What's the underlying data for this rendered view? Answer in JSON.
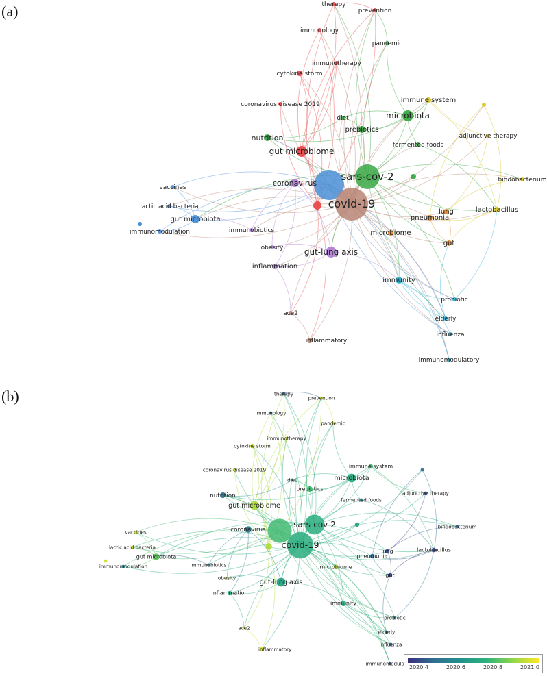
{
  "panel_labels": {
    "a": "(a)",
    "b": "(b)"
  },
  "nodes": [
    {
      "id": "therapy",
      "label": "therapy",
      "cluster": "red",
      "score": 2020.45
    },
    {
      "id": "prevention",
      "label": "prevention",
      "cluster": "red",
      "score": 2021.0
    },
    {
      "id": "immunology",
      "label": "immunology",
      "cluster": "red",
      "score": 2020.5
    },
    {
      "id": "pandemic",
      "label": "pandemic",
      "cluster": "green",
      "score": 2021.0
    },
    {
      "id": "immunotherapy",
      "label": "immunotherapy",
      "cluster": "red",
      "score": 2021.0
    },
    {
      "id": "cytokine storm",
      "label": "cytokine storm",
      "cluster": "red",
      "score": 2021.0
    },
    {
      "id": "coronavirus disease 2019",
      "label": "coronavirus disease 2019",
      "cluster": "red",
      "score": 2021.0
    },
    {
      "id": "immune system",
      "label": "immune system",
      "cluster": "yellow",
      "score": 2020.8
    },
    {
      "id": "yellow-node",
      "label": "",
      "cluster": "yellow",
      "score": 2020.5
    },
    {
      "id": "diet",
      "label": "diet",
      "cluster": "green",
      "score": 2020.6
    },
    {
      "id": "microbiota",
      "label": "microbiota",
      "cluster": "green",
      "score": 2020.75
    },
    {
      "id": "prebiotics",
      "label": "prebiotics",
      "cluster": "green",
      "score": 2020.8
    },
    {
      "id": "nutrition",
      "label": "nutrition",
      "cluster": "green",
      "score": 2020.5
    },
    {
      "id": "adjunctive therapy",
      "label": "adjunctive therapy",
      "cluster": "yellow",
      "score": 2020.4
    },
    {
      "id": "fermented foods",
      "label": "fermented foods",
      "cluster": "green",
      "score": 2020.55
    },
    {
      "id": "gut microbiome",
      "label": "gut microbiome",
      "cluster": "red",
      "score": 2020.95
    },
    {
      "id": "sars-cov-2",
      "label": "sars-cov-2",
      "cluster": "green",
      "score": 2020.75
    },
    {
      "id": "green-node",
      "label": "",
      "cluster": "green",
      "score": 2020.7
    },
    {
      "id": "bifidobacterium",
      "label": "bifidobacterium",
      "cluster": "yellow",
      "score": 2020.45
    },
    {
      "id": "vaccines",
      "label": "vaccines",
      "cluster": "blue",
      "score": 2021.0
    },
    {
      "id": "coronavirus",
      "label": "coronavirus",
      "cluster": "purple",
      "score": 2020.55
    },
    {
      "id": "blue-hub",
      "label": "",
      "cluster": "blue",
      "score": 2020.8
    },
    {
      "id": "covid-19",
      "label": "covid-19",
      "cluster": "brown",
      "score": 2020.75
    },
    {
      "id": "red-node",
      "label": "",
      "cluster": "red",
      "score": 2020.95
    },
    {
      "id": "lactic acid bacteria",
      "label": "lactic acid bacteria",
      "cluster": "blue",
      "score": 2021.0
    },
    {
      "id": "gut microbiota",
      "label": "gut microbiota",
      "cluster": "blue",
      "score": 2020.85
    },
    {
      "id": "lung",
      "label": "lung",
      "cluster": "orange",
      "score": 2020.4
    },
    {
      "id": "lactobacillus",
      "label": "lactobacillus",
      "cluster": "yellow",
      "score": 2020.4
    },
    {
      "id": "pneumonia",
      "label": "pneumonia",
      "cluster": "orange",
      "score": 2020.5
    },
    {
      "id": "immunomodulation",
      "label": "immunomodulation",
      "cluster": "blue",
      "score": 2020.55
    },
    {
      "id": "immunobiotics",
      "label": "immunobiotics",
      "cluster": "purple",
      "score": 2020.5
    },
    {
      "id": "microbiome",
      "label": "microbiome",
      "cluster": "orange",
      "score": 2021.0
    },
    {
      "id": "gut",
      "label": "gut",
      "cluster": "orange",
      "score": 2020.4
    },
    {
      "id": "obesity",
      "label": "obesity",
      "cluster": "purple",
      "score": 2021.0
    },
    {
      "id": "gut-lung axis",
      "label": "gut-lung axis",
      "cluster": "purple",
      "score": 2020.7
    },
    {
      "id": "inflammation",
      "label": "inflammation",
      "cluster": "purple",
      "score": 2020.75
    },
    {
      "id": "immunity",
      "label": "immunity",
      "cluster": "cyan",
      "score": 2020.75
    },
    {
      "id": "probiotic",
      "label": "probiotic",
      "cluster": "cyan",
      "score": 2020.55
    },
    {
      "id": "elderly",
      "label": "elderly",
      "cluster": "cyan",
      "score": 2020.5
    },
    {
      "id": "ace2",
      "label": "ace2",
      "cluster": "brown",
      "score": 2021.0
    },
    {
      "id": "influenza",
      "label": "influenza",
      "cluster": "cyan",
      "score": 2020.45
    },
    {
      "id": "inflammatory",
      "label": "inflammatory",
      "cluster": "brown",
      "score": 2021.0
    },
    {
      "id": "immunomodulatory",
      "label": "immunomodulatory",
      "cluster": "cyan",
      "score": 2020.45
    }
  ],
  "cluster_colors": {
    "red": "#e84a4a",
    "green": "#3aa845",
    "blue": "#4a8fd6",
    "yellow": "#d9c52a",
    "purple": "#b07fd2",
    "orange": "#ef8a2b",
    "cyan": "#2fb5d8",
    "brown": "#b98574"
  },
  "color_scale": {
    "ticks": [
      "2020.4",
      "2020.6",
      "2020.8",
      "2021.0"
    ],
    "min": 2020.35,
    "max": 2021.05
  }
}
